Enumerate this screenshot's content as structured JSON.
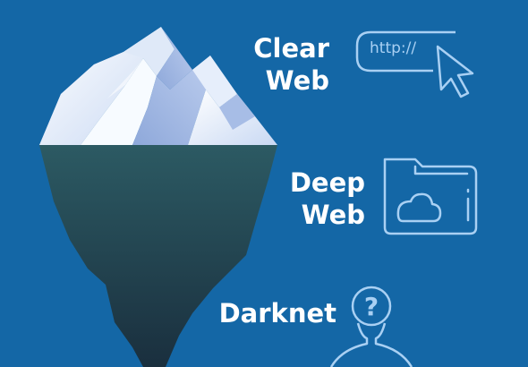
{
  "layers": {
    "clear_web": {
      "line1": "Clear",
      "line2": "Web"
    },
    "deep_web": {
      "line1": "Deep",
      "line2": "Web"
    },
    "darknet": {
      "label": "Darknet"
    }
  },
  "browser_bar": {
    "url_text": "http://"
  },
  "icons": {
    "clear_web": [
      "browser-address-bar-icon",
      "mouse-cursor-icon"
    ],
    "deep_web": [
      "folder-icon",
      "cloud-icon"
    ],
    "darknet": [
      "anonymous-person-icon",
      "question-mark-icon"
    ]
  },
  "colors": {
    "background": "#1467a6",
    "icon_stroke": "#a9d0f3",
    "text": "#ffffff",
    "ice_light": "#eef4fc",
    "ice_shadow": "#9fb6e2",
    "underwater": "#1e3f4f"
  }
}
